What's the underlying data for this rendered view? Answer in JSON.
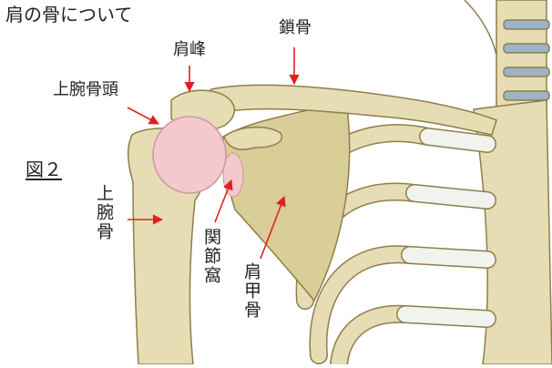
{
  "title": "肩の骨について",
  "figure_label": "図２",
  "labels": {
    "clavicle": "鎖骨",
    "acromion": "肩峰",
    "humeral_head": "上腕骨頭",
    "humerus": "上腕骨",
    "glenoid": "関節窩",
    "scapula": "肩甲骨"
  },
  "colors": {
    "bone": "#e6ddb4",
    "bone_shade": "#cdbf8a",
    "bone_outline": "#8f7e4a",
    "cartilage": "#f2f2ee",
    "joint_highlight": "#f4c8cc",
    "arrow": "#e0201e",
    "text": "#222222"
  }
}
